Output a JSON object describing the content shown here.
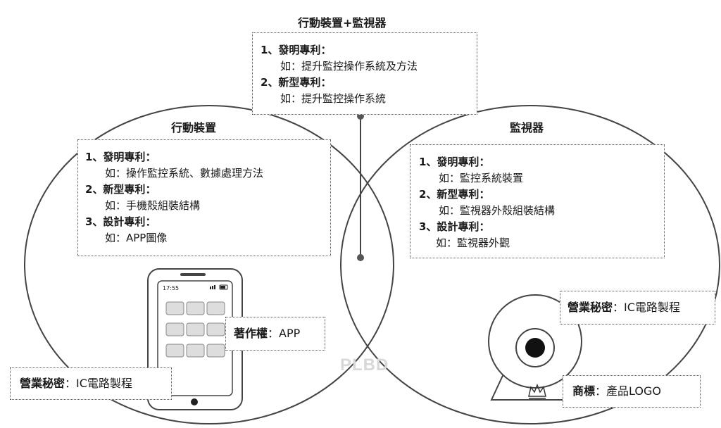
{
  "top": {
    "title": "行動裝置+監視器",
    "items": [
      {
        "head": "1、發明專利：",
        "ex": "如：提升監控操作系統及方法"
      },
      {
        "head": "2、新型專利：",
        "ex": "如：提升監控操作系統"
      }
    ]
  },
  "left": {
    "title": "行動裝置",
    "items": [
      {
        "head": "1、發明專利：",
        "ex": "如：操作監控系統、數據處理方法"
      },
      {
        "head": "2、新型專利：",
        "ex": "如：手機殼組裝結構"
      },
      {
        "head": "3、設計專利：",
        "ex": "如：APP圖像"
      }
    ],
    "copyright": {
      "key": "著作權",
      "sep": "：",
      "val": "APP"
    },
    "trade_secret": {
      "key": "營業秘密",
      "sep": "：",
      "val": "IC電路製程"
    },
    "phone_status": {
      "time": "17:55"
    }
  },
  "right": {
    "title": "監視器",
    "items": [
      {
        "head": "1、發明專利：",
        "ex": "如：監控系統裝置"
      },
      {
        "head": "2、新型專利：",
        "ex": "如：監視器外殼組裝結構"
      },
      {
        "head": "3、設計專利：",
        "ex": "如：監視器外觀"
      }
    ],
    "trade_secret": {
      "key": "營業秘密",
      "sep": "：",
      "val": "IC電路製程"
    },
    "trademark": {
      "key": "商標",
      "sep": "：",
      "val": "產品LOGO"
    }
  },
  "watermark": "PLBD"
}
